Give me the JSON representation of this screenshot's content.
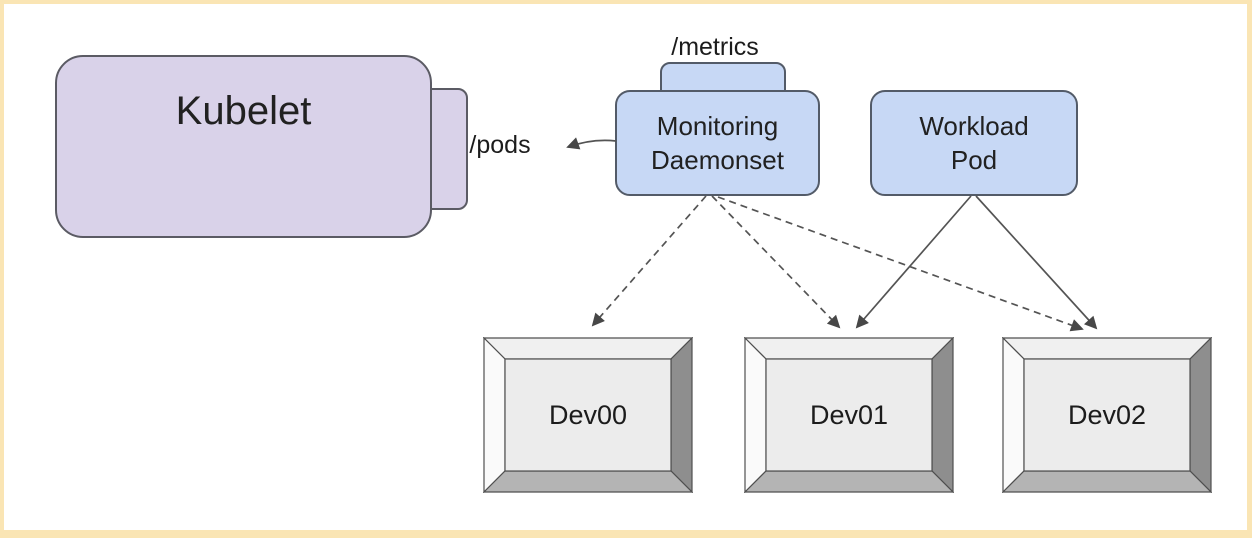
{
  "diagram": {
    "type": "kubernetes-monitoring-architecture",
    "nodes": {
      "kubelet": {
        "label": "Kubelet"
      },
      "monitoring_daemonset": {
        "label": "Monitoring Daemonset"
      },
      "workload_pod": {
        "label": "Workload Pod"
      },
      "devices": [
        {
          "label": "Dev00"
        },
        {
          "label": "Dev01"
        },
        {
          "label": "Dev02"
        }
      ]
    },
    "endpoints": {
      "metrics": "/metrics",
      "pods": "/pods"
    },
    "edges": [
      {
        "from": "Monitoring Daemonset",
        "to": "Kubelet /pods",
        "style": "solid-arrow-left"
      },
      {
        "from": "Monitoring Daemonset",
        "to": "Dev00",
        "style": "dashed"
      },
      {
        "from": "Monitoring Daemonset",
        "to": "Dev01",
        "style": "dashed"
      },
      {
        "from": "Monitoring Daemonset",
        "to": "Dev02",
        "style": "dashed"
      },
      {
        "from": "Workload Pod",
        "to": "Dev01",
        "style": "solid"
      },
      {
        "from": "Workload Pod",
        "to": "Dev02",
        "style": "solid"
      }
    ],
    "colors": {
      "frame_border": "#fae5b4",
      "kubelet_fill": "#d9d2e9",
      "pod_fill": "#c7d8f5",
      "node_border": "#54545c",
      "arrow": "#545454",
      "device_face": "#ececec",
      "device_bevel_top": "#f0f0f0",
      "device_bevel_left": "#fafafa",
      "device_bevel_right": "#8e8e8e",
      "device_bevel_bottom": "#b4b4b4",
      "background": "#ffffff"
    }
  }
}
